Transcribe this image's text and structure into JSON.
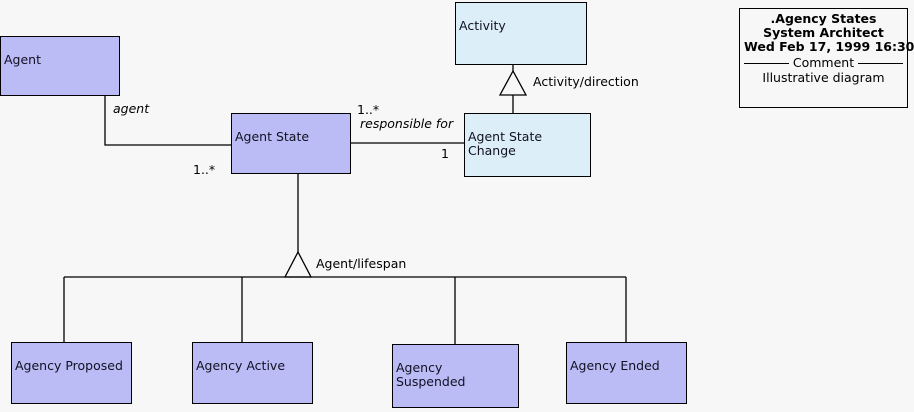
{
  "diagram": {
    "kind": "uml-class-diagram",
    "background_color": "#f7f7f7",
    "line_color": "#000000",
    "class_fill_primary": "#bbbbf5",
    "class_fill_secondary": "#dceef7"
  },
  "classes": [
    {
      "id": "agent",
      "name": "Agent",
      "fill": "primary"
    },
    {
      "id": "agent-state",
      "name": "Agent State",
      "fill": "primary"
    },
    {
      "id": "activity",
      "name": "Activity",
      "fill": "secondary"
    },
    {
      "id": "agent-state-change",
      "name": "Agent State\nChange",
      "fill": "secondary"
    },
    {
      "id": "agency-proposed",
      "name": "Agency Proposed",
      "fill": "primary"
    },
    {
      "id": "agency-active",
      "name": "Agency Active",
      "fill": "primary"
    },
    {
      "id": "agency-suspended",
      "name": "Agency Suspended",
      "fill": "primary"
    },
    {
      "id": "agency-ended",
      "name": "Agency Ended",
      "fill": "primary"
    }
  ],
  "associations": {
    "agent_to_agent_state": {
      "role_label": "agent",
      "source_multiplicity": "",
      "target_multiplicity": "1..*"
    },
    "agent_state_to_change": {
      "role_label": "responsible for",
      "source_multiplicity": "1..*",
      "target_multiplicity": "1"
    }
  },
  "generalizations": {
    "activity_direction": {
      "label": "Activity/direction"
    },
    "agent_lifespan": {
      "label": "Agent/lifespan"
    }
  },
  "title_block": {
    "line1": ".Agency States",
    "line2": "System Architect",
    "line3": "Wed Feb 17, 1999  16:30",
    "separator_caption": "Comment",
    "note": "Illustrative diagram"
  }
}
